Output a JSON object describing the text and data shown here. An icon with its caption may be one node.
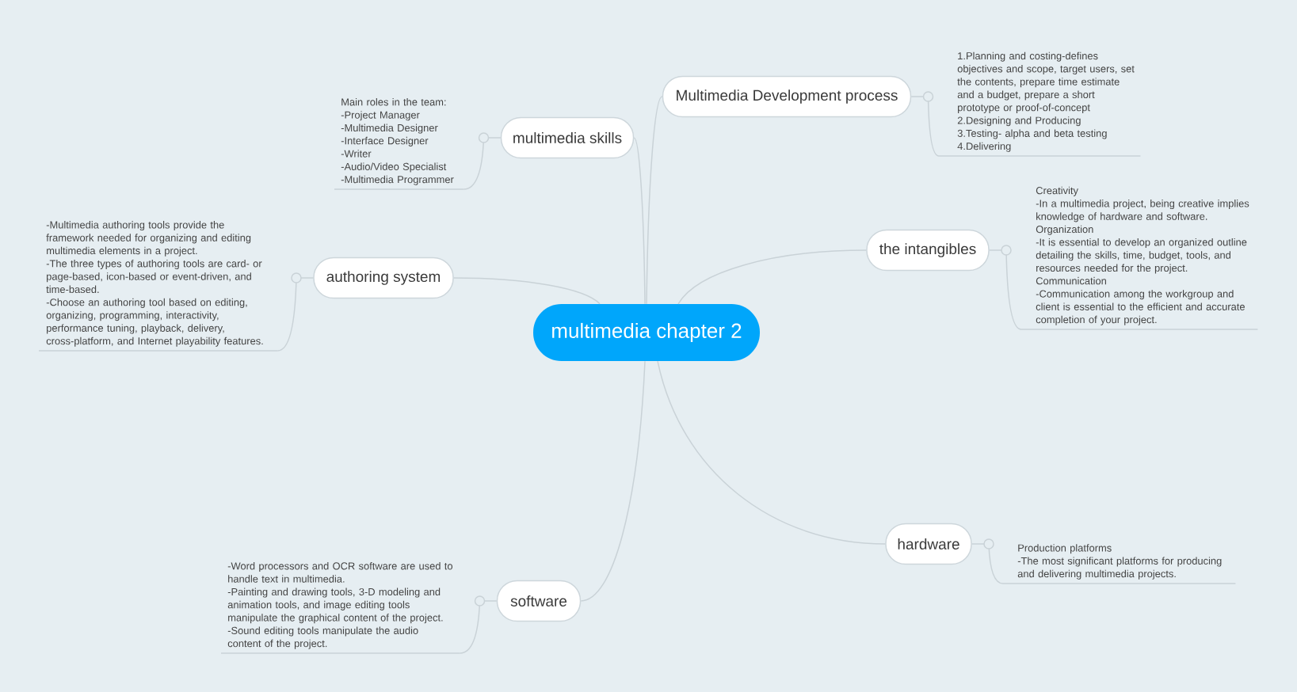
{
  "diagram": {
    "nodes": [
      {
        "text": [
          "multimedia chapter 2"
        ]
      },
      {
        "text": [
          "Multimedia Development process"
        ]
      },
      {
        "text": [
          "1.Planning and costing-defines objectives and scope, target users, set the contents, prepare time estimate and a budget, prepare a short prototype or proof-of-concept",
          "2.Designing and Producing",
          "3.Testing- alpha and beta testing",
          "4.Delivering"
        ]
      },
      {
        "text": [
          "the intangibles"
        ]
      },
      {
        "text": [
          "Creativity",
          "-In a multimedia project, being creative implies knowledge of hardware and software.",
          "Organization",
          "-It is essential to develop an organized outline detailing the skills, time, budget, tools, and resources needed for the project.",
          "Communication",
          "-Communication among the workgroup and client is essential to the efficient and accurate completion of your project."
        ]
      },
      {
        "text": [
          "hardware"
        ]
      },
      {
        "text": [
          "Production platforms",
          "-The most significant platforms for producing and delivering multimedia projects."
        ]
      },
      {
        "text": [
          "software"
        ]
      },
      {
        "text": [
          "-Word processors and OCR software are used to handle text in multimedia.",
          "-Painting and drawing tools, 3-D modeling and animation tools, and image editing tools manipulate the graphical content of the project.",
          "-Sound editing tools manipulate the audio content of the project."
        ]
      },
      {
        "text": [
          "authoring system"
        ]
      },
      {
        "text": [
          "-Multimedia authoring tools provide the framework needed for organizing and editing multimedia elements in a project.",
          "-The three types of authoring tools are card- or page-based, icon-based or event-driven, and time-based.",
          "-Choose an authoring tool based on editing, organizing, programming, interactivity, performance tuning, playback, delivery, cross-platform, and Internet playability features."
        ]
      },
      {
        "text": [
          "multimedia skills"
        ]
      },
      {
        "text": [
          "Main roles in the team:",
          "-Project Manager",
          "-Multimedia Designer",
          "-Interface Designer",
          "-Writer",
          "-Audio/Video Specialist",
          "-Multimedia Programmer"
        ]
      }
    ],
    "edges": [
      {
        "from": 0,
        "to": 1,
        "arrow": "none"
      },
      {
        "from": 1,
        "to": 2,
        "arrow": "none"
      },
      {
        "from": 0,
        "to": 3,
        "arrow": "none"
      },
      {
        "from": 3,
        "to": 4,
        "arrow": "none"
      },
      {
        "from": 0,
        "to": 5,
        "arrow": "none"
      },
      {
        "from": 5,
        "to": 6,
        "arrow": "none"
      },
      {
        "from": 0,
        "to": 7,
        "arrow": "none"
      },
      {
        "from": 7,
        "to": 8,
        "arrow": "none"
      },
      {
        "from": 0,
        "to": 9,
        "arrow": "none"
      },
      {
        "from": 9,
        "to": 10,
        "arrow": "none"
      },
      {
        "from": 0,
        "to": 11,
        "arrow": "none"
      },
      {
        "from": 11,
        "to": 12,
        "arrow": "none"
      }
    ]
  }
}
